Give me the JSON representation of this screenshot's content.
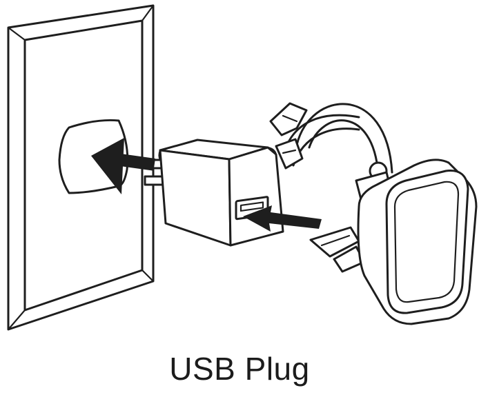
{
  "caption": "USB Plug",
  "colors": {
    "line": "#1e1e1e",
    "background": "#ffffff",
    "arrow": "#1e1e1e"
  },
  "icons": [
    "wall-plate",
    "wall-socket",
    "usb-power-adapter",
    "usb-port",
    "insert-arrow",
    "phone-mount"
  ]
}
